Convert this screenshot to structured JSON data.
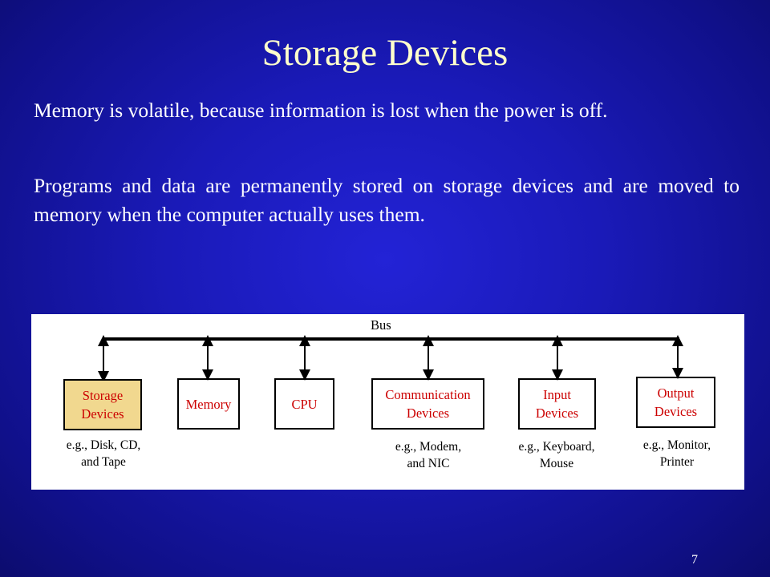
{
  "slide": {
    "title": "Storage Devices",
    "paragraphs": [
      "Memory is volatile, because information is lost when the power is off.",
      "Programs and data are permanently stored on storage devices and are moved to memory when the computer actually uses them."
    ],
    "page_number": "7"
  },
  "diagram": {
    "bus_label": "Bus",
    "components": [
      {
        "label": "Storage\nDevices",
        "example": "e.g., Disk, CD,\nand Tape",
        "highlighted": true
      },
      {
        "label": "Memory",
        "example": ""
      },
      {
        "label": "CPU",
        "example": ""
      },
      {
        "label": "Communication\nDevices",
        "example": "e.g., Modem,\nand NIC"
      },
      {
        "label": "Input\nDevices",
        "example": "e.g., Keyboard,\nMouse"
      },
      {
        "label": "Output\nDevices",
        "example": "e.g., Monitor,\nPrinter"
      }
    ],
    "colors": {
      "box_text": "#cc0000",
      "highlight_fill": "#f1d88f",
      "title_color": "#ffffcc"
    }
  }
}
